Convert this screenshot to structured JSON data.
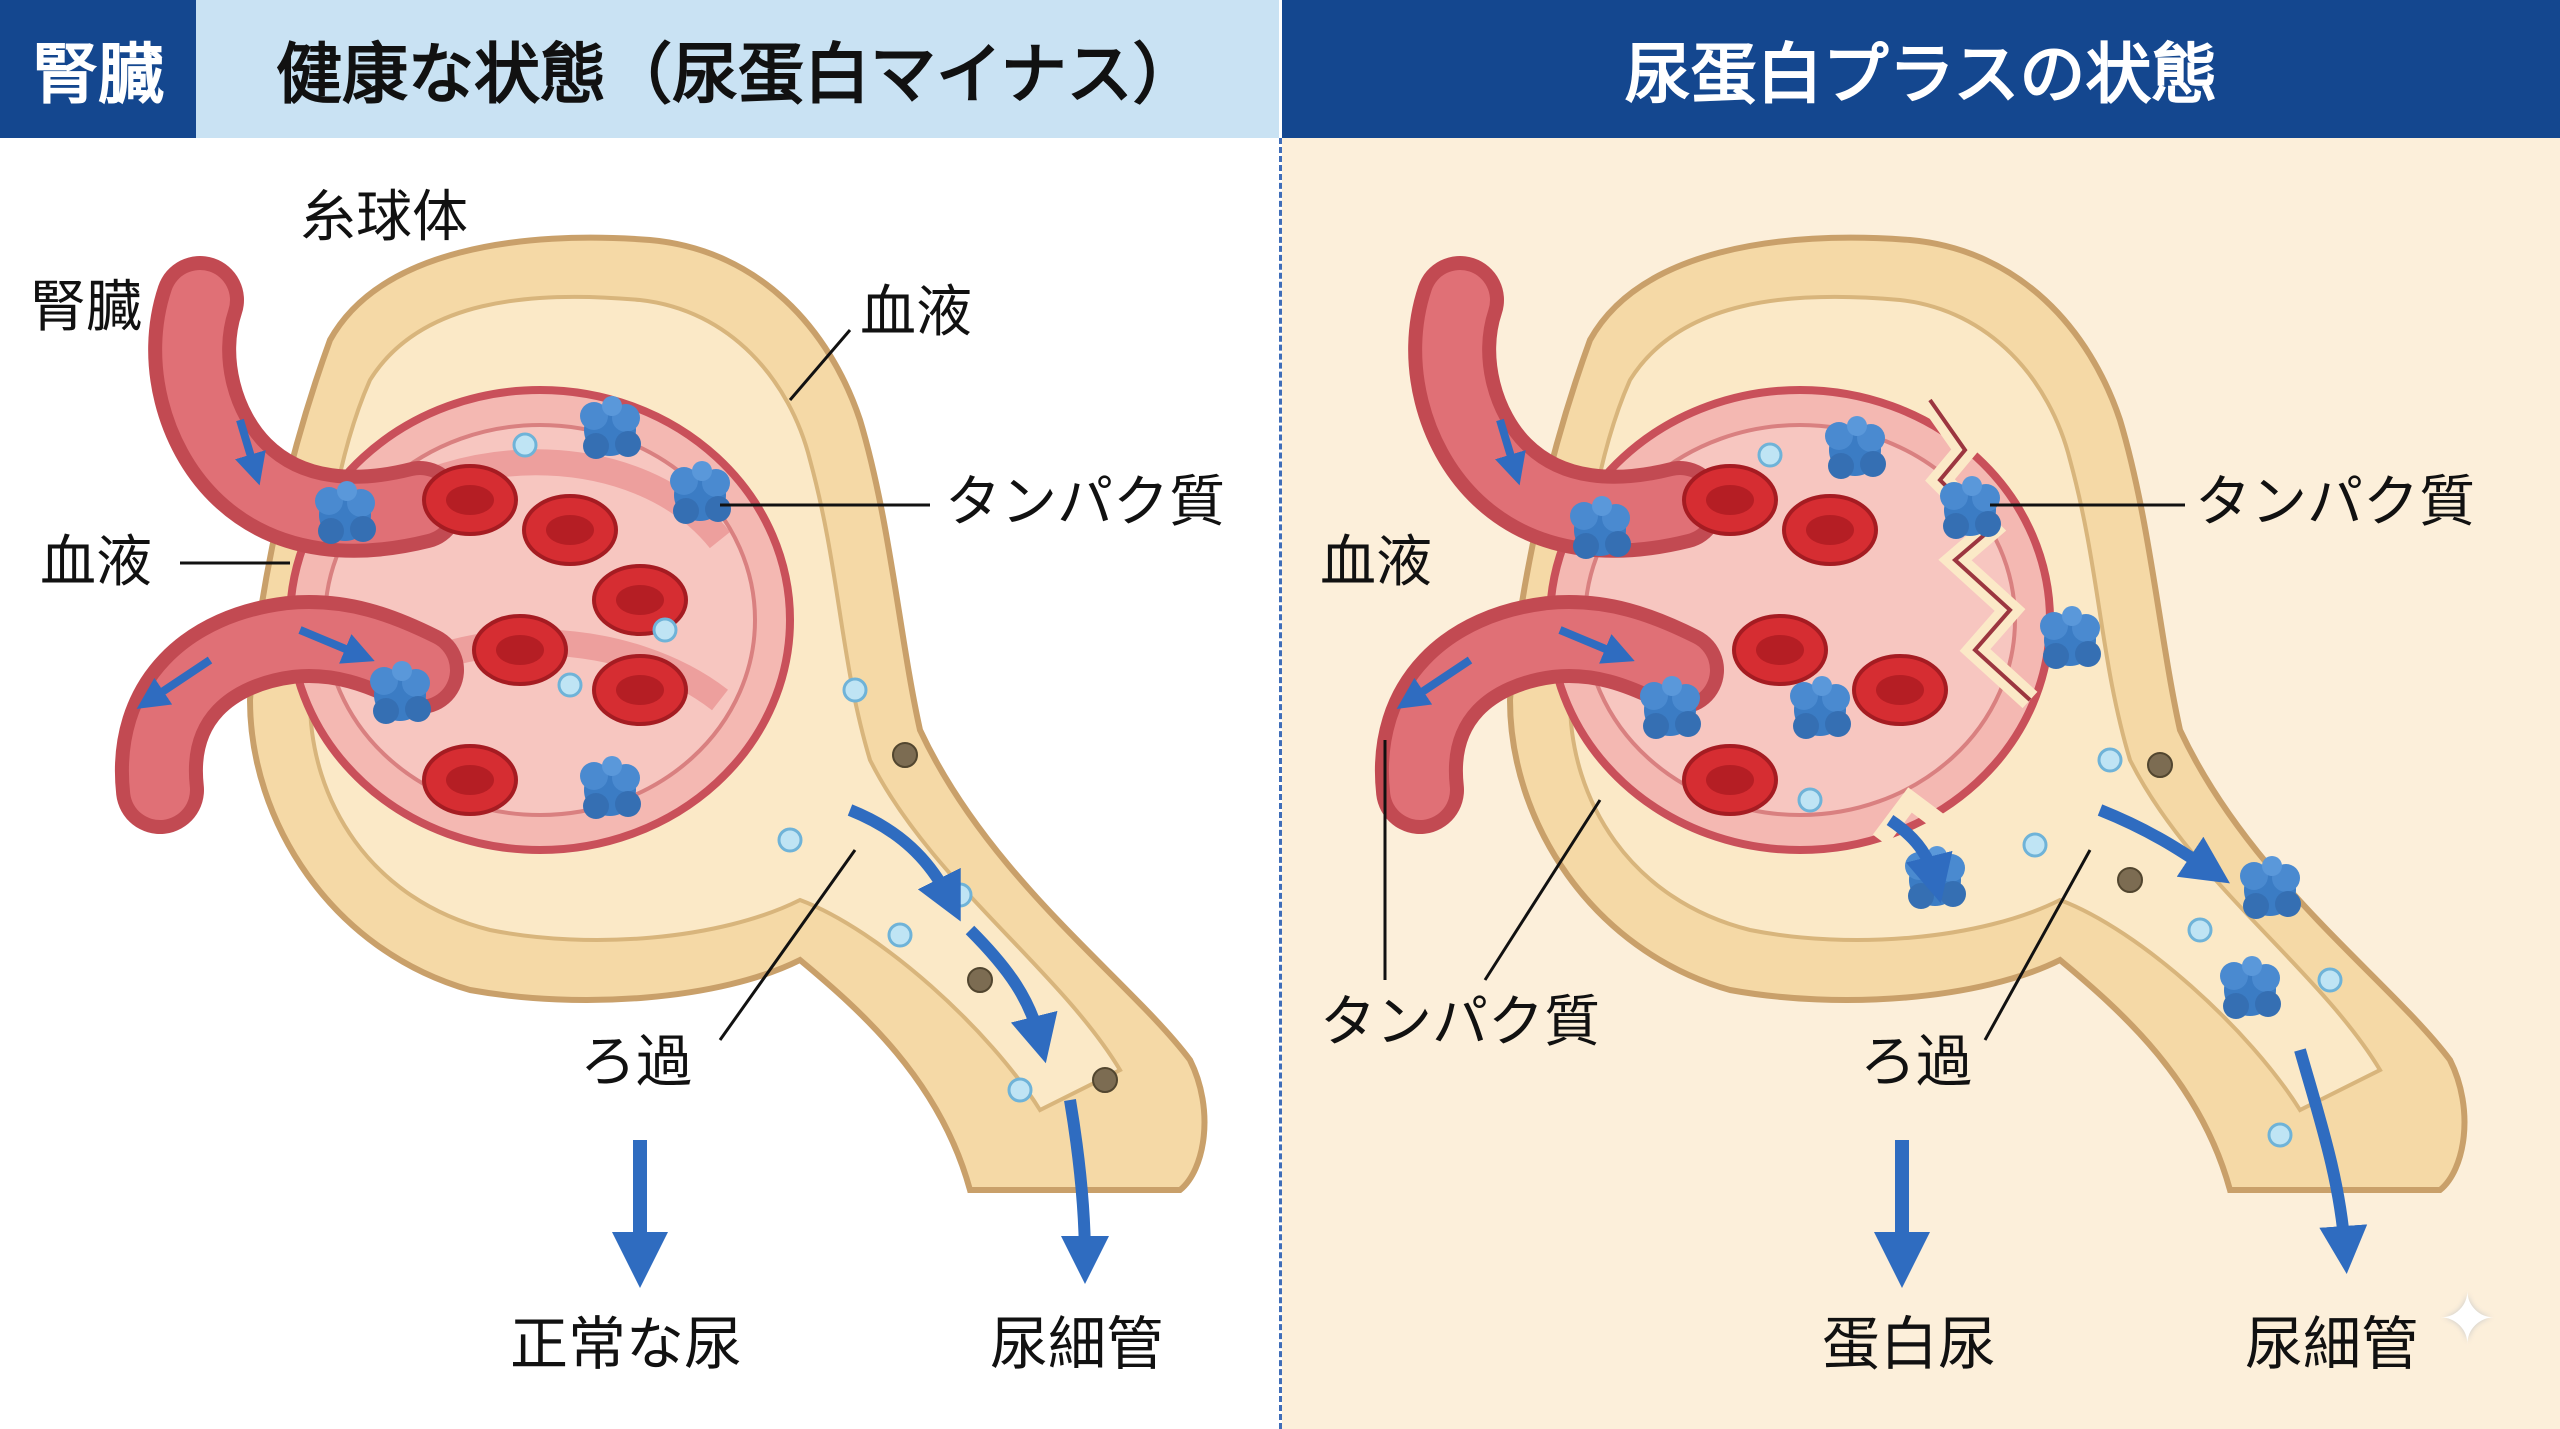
{
  "header": {
    "tag": "腎臓",
    "left_title": "健康な状態（尿蛋白マイナス）",
    "right_title": "尿蛋白プラスの状態"
  },
  "left": {
    "glomerulus": "糸球体",
    "kidney": "腎臓",
    "blood_top": "血液",
    "blood_left": "血液",
    "protein": "タンパク質",
    "filtration": "ろ過",
    "normal_urine": "正常な尿",
    "tubule": "尿細管"
  },
  "right": {
    "blood": "血液",
    "protein_top": "タンパク質",
    "protein_bottom": "タンパク質",
    "filtration": "ろ過",
    "proteinuria": "蛋白尿",
    "tubule": "尿細管"
  },
  "colors": {
    "header_blue": "#14478f",
    "header_light": "#c9e2f3",
    "right_bg": "#fcefda",
    "capsule": "#f5d9a6",
    "vessel": "#d8545c",
    "rbc": "#d62d32",
    "protein": "#3b7cc4",
    "arrow": "#2f6cc0"
  },
  "icons": [
    "sparkle-icon"
  ]
}
